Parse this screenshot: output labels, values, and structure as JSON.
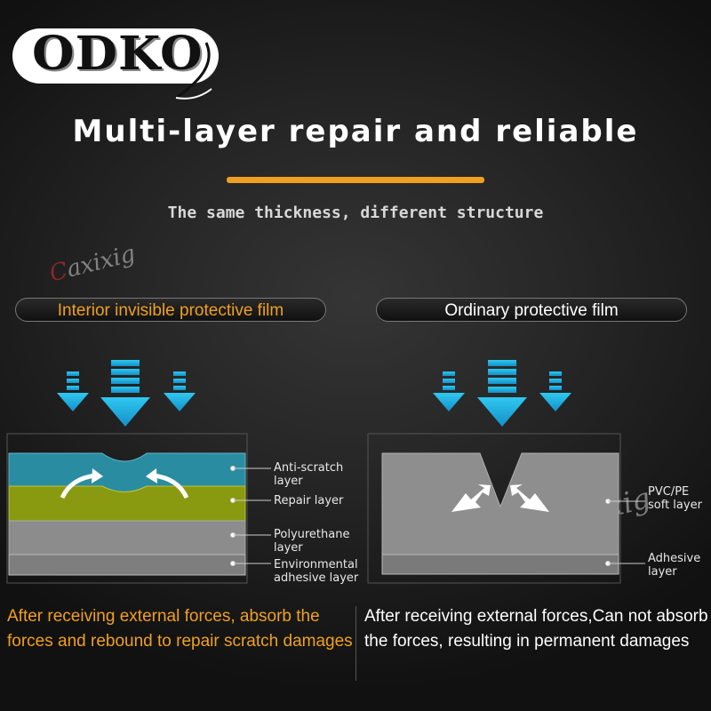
{
  "brand": {
    "logo_text": "ODKO"
  },
  "header": {
    "title": "Multi-layer repair and reliable",
    "subtitle": "The same thickness, different structure"
  },
  "watermark": {
    "text_prefix": "C",
    "text_rest": "axixig"
  },
  "left_panel": {
    "label": "Interior invisible protective film",
    "layers": [
      "Anti-scratch layer",
      "Repair layer",
      "Polyurethane layer",
      "Environmental adhesive layer"
    ],
    "description": "After receiving external forces, absorb the forces and rebound to repair scratch damages"
  },
  "right_panel": {
    "label": "Ordinary protective film",
    "layers": [
      "PVC/PE soft layer",
      "Adhesive layer"
    ],
    "description": "After receiving external forces,Can not absorb the forces, resulting in permanent damages"
  },
  "colors": {
    "accent": "#f0a020",
    "arrow": "#1ab0e0",
    "anti_scratch": "#2a8ca0",
    "repair": "#8a9a10",
    "polyurethane": "#8c8c8c"
  }
}
